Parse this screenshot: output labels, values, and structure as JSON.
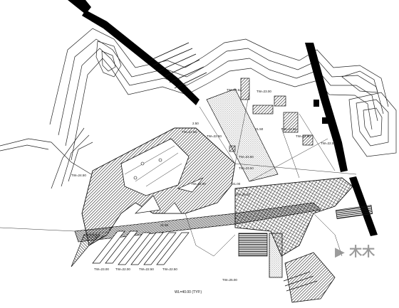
{
  "drawing": {
    "labels": {
      "tw1": "TW=22.52",
      "tw2": "TW=23.00",
      "tw3": "TW=22.58",
      "tw4": "TW=21.58",
      "tw5": "TW=22.50",
      "tw6": "TW=22.50",
      "tw7": "TW=22.50",
      "tw8": "TW=23.50",
      "tw9": "TW=23.50",
      "tw10": "TW=24.50",
      "tw11": "TW=25.00",
      "tw12": "TW=23.00",
      "tw13": "TW=22.00",
      "tw14": "TW=22.50",
      "tw15": "TW=22.50",
      "tw16": "TW=25.00",
      "tw17": "TW=22.00",
      "el1": "21.50",
      "el2": "2.50",
      "el3": "21.90",
      "el4": "21.00",
      "bottom": "WL=40.00 (TYP.)"
    },
    "watermark": "▶ 木木"
  }
}
